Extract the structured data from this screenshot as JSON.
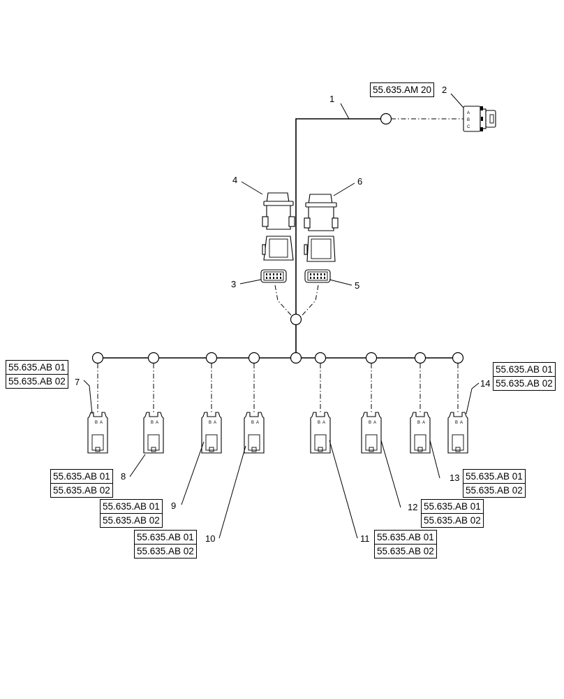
{
  "callouts": {
    "c1": "1",
    "c2": "2",
    "c3": "3",
    "c4": "4",
    "c5": "5",
    "c6": "6",
    "c7": "7",
    "c8": "8",
    "c9": "9",
    "c10": "10",
    "c11": "11",
    "c12": "12",
    "c13": "13",
    "c14": "14"
  },
  "refs": {
    "am": "55.635.AM 20",
    "ab1": "55.635.AB 01",
    "ab2": "55.635.AB 02"
  },
  "pin_labels": {
    "a": "A",
    "b": "B",
    "c": "C"
  }
}
